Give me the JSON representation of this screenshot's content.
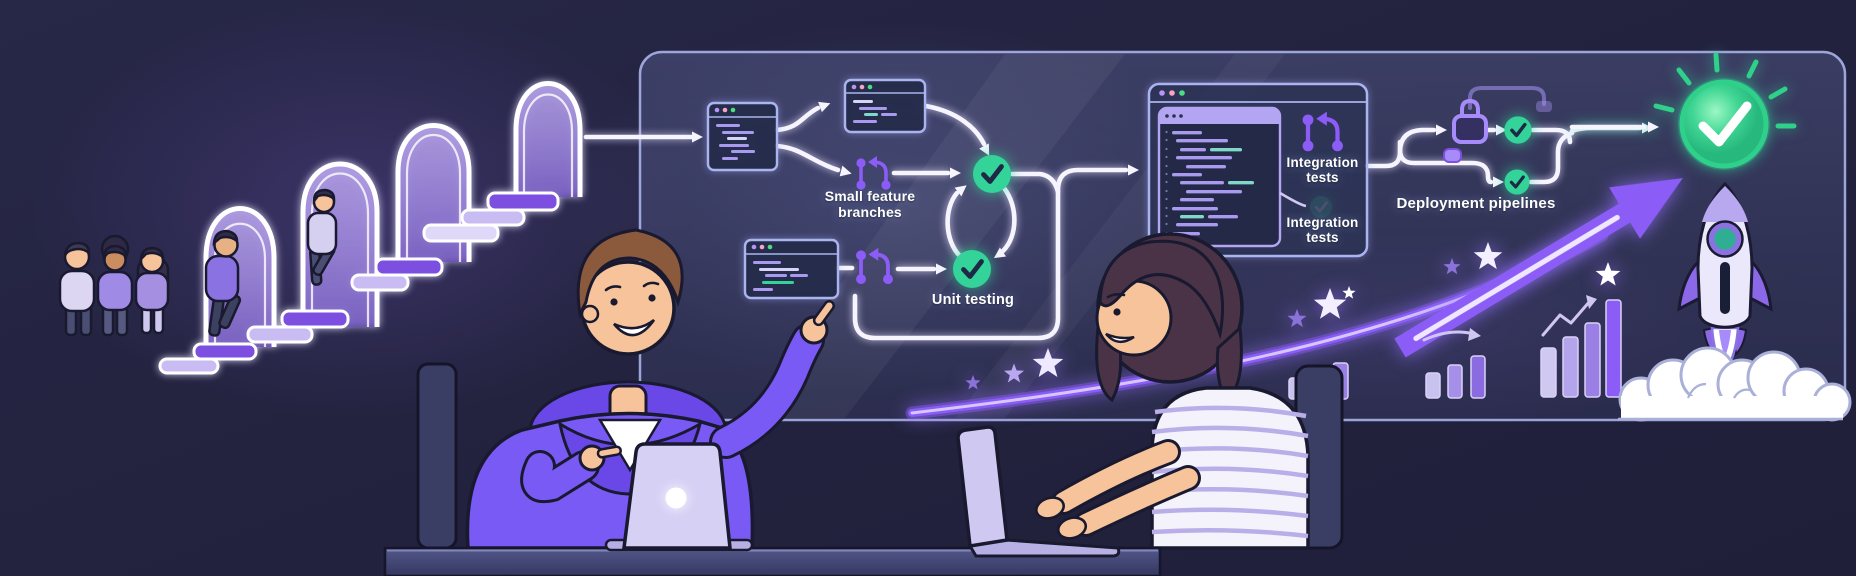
{
  "illustration": {
    "description": "Two developers at a desk reviewing a glowing CI/CD pipeline flowchart; a queue of people climbs stairs through neon arches on the left, and a rocket launches beside a rising growth arrow on the right.",
    "flow_labels": {
      "small_feature_branches": "Small feature branches",
      "unit_testing": "Unit testing",
      "integration_tests_top": "Integration tests",
      "integration_tests_bottom": "Integration tests",
      "deployment_pipelines": "Deployment pipelines"
    },
    "icons": {
      "git_branch": "purple pull-request branch glyph",
      "check_circle": "green circle with checkmark",
      "success_badge": "large glowing green check circle with rays",
      "lock": "purple padlock on pipeline",
      "rocket": "launching rocket with smoke cloud",
      "stars": "glowing stars along growth curve",
      "bar_charts": "three rising bar chart groups",
      "growth_arrow": "thick purple up-right arrow",
      "code_windows": "code editor windows with traffic-light dots",
      "arches": "glowing doorway arches with steps",
      "laptops": "two lavender laptops on desk"
    },
    "colors": {
      "background": "#23233f",
      "panel_border": "#aab3ea",
      "accent_purple": "#8b5cf6",
      "success_green": "#34d399",
      "flow_line": "#f5f4ff",
      "code_lavender": "#a99af0",
      "code_teal": "#7fd8c8",
      "step_purple": "#7c4fe0",
      "step_lavender": "#c9bcf2",
      "hoodie_purple": "#7a5af5",
      "skin": "#f6c39a"
    }
  }
}
